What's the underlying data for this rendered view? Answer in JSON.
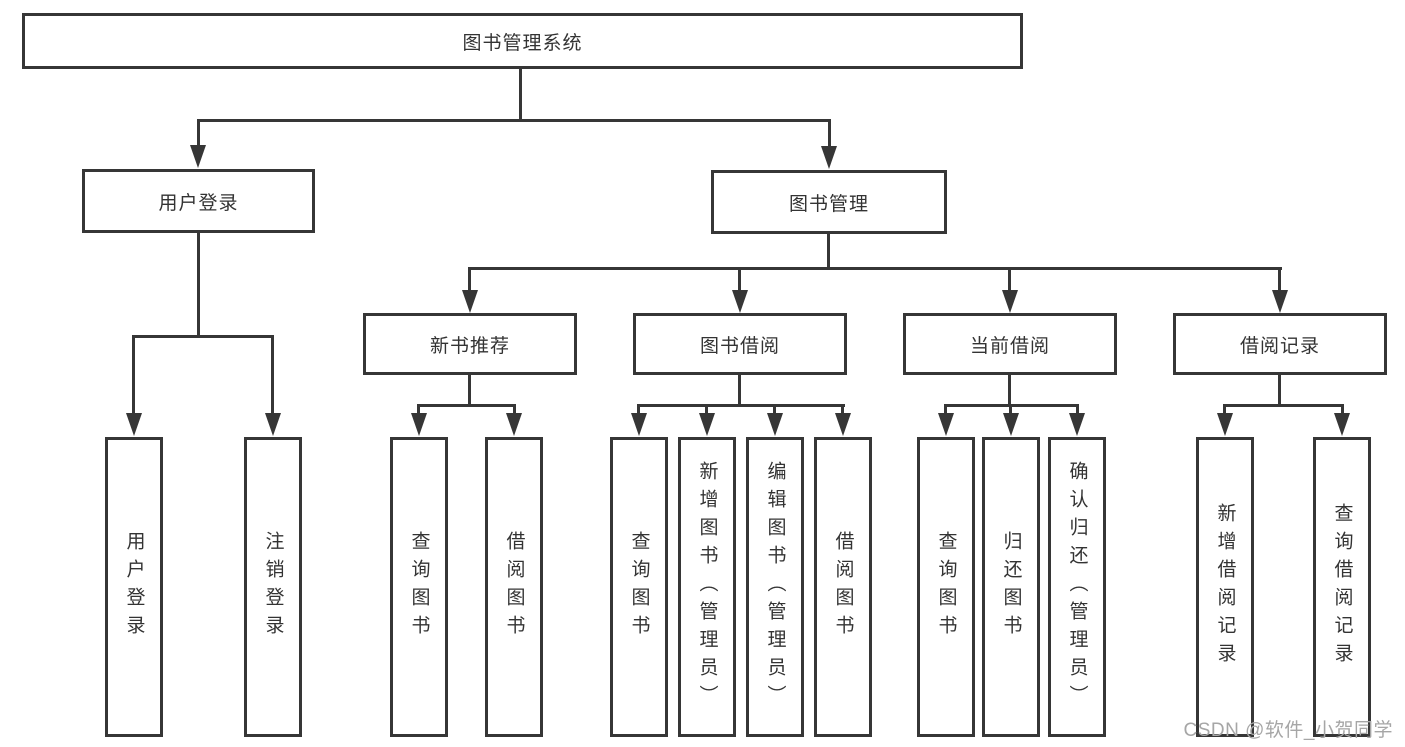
{
  "tree": {
    "label": "图书管理系统",
    "children": [
      {
        "label": "用户登录",
        "children": [
          {
            "label": "用户登录"
          },
          {
            "label": "注销登录"
          }
        ]
      },
      {
        "label": "图书管理",
        "children": [
          {
            "label": "新书推荐",
            "children": [
              {
                "label": "查询图书"
              },
              {
                "label": "借阅图书"
              }
            ]
          },
          {
            "label": "图书借阅",
            "children": [
              {
                "label": "查询图书"
              },
              {
                "label": "新增图书（管理员）"
              },
              {
                "label": "编辑图书（管理员）"
              },
              {
                "label": "借阅图书"
              }
            ]
          },
          {
            "label": "当前借阅",
            "children": [
              {
                "label": "查询图书"
              },
              {
                "label": "归还图书"
              },
              {
                "label": "确认归还（管理员）"
              }
            ]
          },
          {
            "label": "借阅记录",
            "children": [
              {
                "label": "新增借阅记录"
              },
              {
                "label": "查询借阅记录"
              }
            ]
          }
        ]
      }
    ]
  },
  "watermark": {
    "text": "CSDN @软件_小贺同学"
  },
  "colors": {
    "line": "#363636",
    "text": "#333333",
    "watermark": "#a6a6a6",
    "background": "#ffffff"
  }
}
